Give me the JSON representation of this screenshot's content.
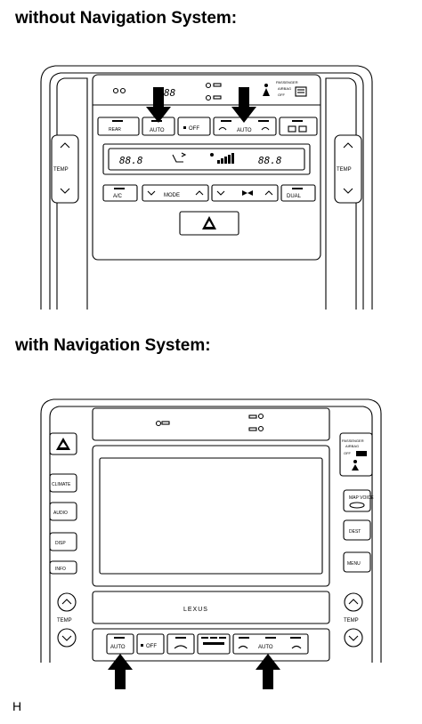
{
  "headings": {
    "without_nav": "without Navigation System:",
    "with_nav": "with Navigation System:"
  },
  "figure_code": "H",
  "panel1": {
    "top_display": "88",
    "passenger_airbag": [
      "PASSENGER",
      "AIRBAG",
      "OFF"
    ],
    "lcd_left": "88.8",
    "lcd_right": "88.8",
    "buttons_row1": {
      "front_defog_top": "REAR",
      "auto_left": "AUTO",
      "off": "OFF",
      "auto_right": "AUTO"
    },
    "buttons_row2": {
      "ac": "A/C",
      "mode": "MODE",
      "dual": "DUAL"
    },
    "temp_left": "TEMP",
    "temp_right": "TEMP"
  },
  "panel2": {
    "brand": "LEXUS",
    "left_buttons": [
      "CLIMATE",
      "AUDIO",
      "DISP",
      "INFO"
    ],
    "right_buttons": [
      "MAP VOICE",
      "DEST",
      "MENU"
    ],
    "passenger_airbag": [
      "PASSENGER",
      "AIRBAG",
      "OFF"
    ],
    "temp_left": "TEMP",
    "temp_right": "TEMP",
    "bottom_buttons": {
      "auto_left": "AUTO",
      "off": "OFF",
      "auto_right": "AUTO"
    }
  },
  "icons": {
    "arrow": "down-arrow-icon",
    "hazard": "hazard-triangle-icon",
    "fan": "fan-icon",
    "chevron_up": "chevron-up-icon",
    "chevron_down": "chevron-down-icon"
  }
}
